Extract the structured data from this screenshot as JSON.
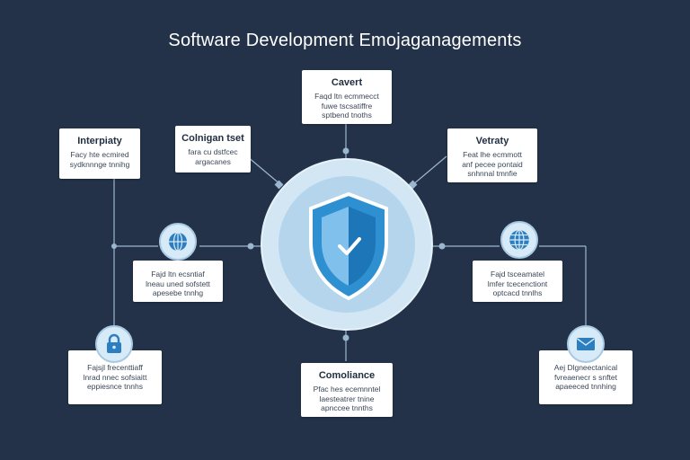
{
  "title": "Software  Development Emojaganagements",
  "center": {
    "icon": "shield-check-icon"
  },
  "nodes": {
    "top": {
      "heading": "Cavert",
      "body": [
        "Faqd  ltn ecmmecct",
        "fuwe  tscsatiffre",
        "sptbend  tnoths"
      ]
    },
    "upper_left": {
      "heading": "Interpiaty",
      "body": [
        "Facy  hte ecmired",
        "sydknnnge  tnnihg"
      ]
    },
    "mid_top_left": {
      "heading": "Colnigan  tset",
      "body": [
        "fara  cu dstfcec",
        "argacanes"
      ]
    },
    "upper_right": {
      "heading": "Vetraty",
      "body": [
        "Feat  lhe ecmmott",
        "anf  pecee  pontaid",
        "snhnnal  tmnfie"
      ]
    },
    "mid_left": {
      "heading": "",
      "body": [
        "Fajd  ltn ecsntiaf",
        "lneau  uned  sofstett",
        "apesebe  tnnhg"
      ]
    },
    "mid_right": {
      "heading": "",
      "body": [
        "Fajd  tsceamatel",
        "lmfer  tcecenctiont",
        "optcacd  tnnlhs"
      ]
    },
    "bottom": {
      "heading": "Comoliance",
      "body": [
        "Pfac  hes ecemnntel",
        "laesteatrer  tnine",
        "apnccee  tnnths"
      ]
    },
    "lower_left": {
      "heading": "",
      "body": [
        "Fajsjl  frecenttiaff",
        "lnrad  nnec  sofsiaitt",
        "eppiesnce  tnnhs"
      ]
    },
    "lower_right": {
      "heading": "",
      "body": [
        "Aej  Dlgneectanical",
        "fvreaenecr  s  snftet",
        "apaeeced  tnnhing"
      ]
    }
  },
  "icons": {
    "mid_left": "globe-icon",
    "mid_right": "globe-icon",
    "lower_left": "lock-icon",
    "lower_right": "envelope-icon"
  },
  "colors": {
    "background": "#233248",
    "connector": "#9bb7d0",
    "shield": "#2e8fd1",
    "shield_light": "#7fc0ec",
    "icon": "#2d7ec0"
  }
}
